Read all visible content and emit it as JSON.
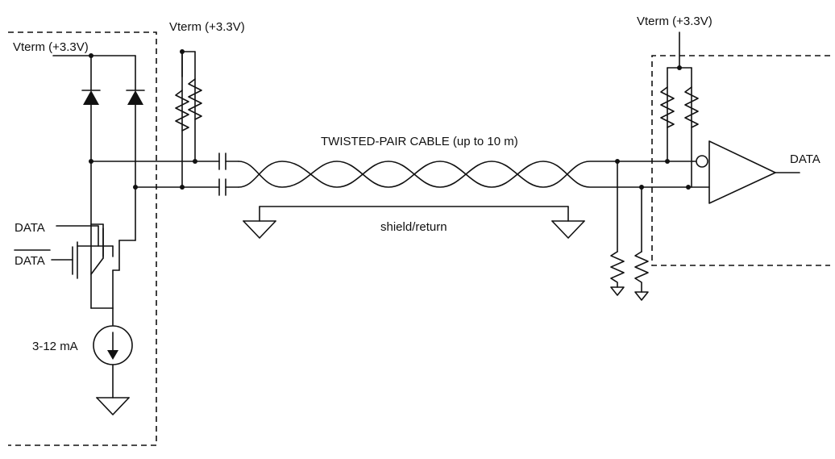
{
  "labels": {
    "vterm_driver": "Vterm (+3.3V)",
    "vterm_cable": "Vterm (+3.3V)",
    "vterm_receiver": "Vterm (+3.3V)",
    "cable": "TWISTED-PAIR CABLE (up to 10 m)",
    "shield": "shield/return",
    "data_in": "DATA",
    "data_in_inv": "DATA",
    "current_source": "3-12 mA",
    "data_out": "DATA"
  },
  "icons": [
    "resistor-icon",
    "diode-icon",
    "capacitor-icon",
    "nmos-transistor-icon",
    "current-source-icon",
    "ground-icon",
    "comparator-icon"
  ],
  "colors": {
    "ink": "#111111",
    "background": "#ffffff"
  }
}
